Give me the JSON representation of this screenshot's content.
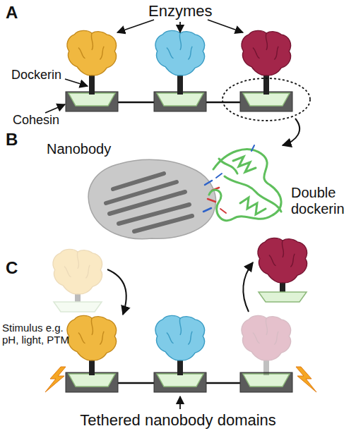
{
  "diagram": {
    "labels": [
      "A",
      "Enzymes",
      "Dockerin",
      "Cohesin",
      "B",
      "Nanobody",
      "Double dockerin",
      "C",
      "Stimulus e.g. pH, light, PTM",
      "Tethered nanobody domains"
    ]
  }
}
